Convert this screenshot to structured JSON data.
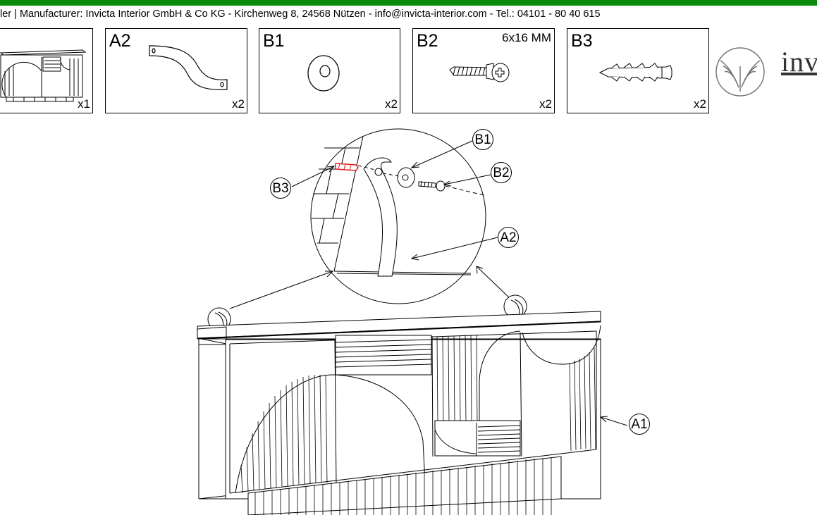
{
  "header": {
    "text": "ler | Manufacturer: Invicta Interior GmbH & Co KG - Kirchenweg 8, 24568 Nützen - info@invicta-interior.com - Tel.: 04101 - 80 40 615"
  },
  "parts": [
    {
      "id": "A1",
      "label": "",
      "qty": "x1",
      "spec": ""
    },
    {
      "id": "A2",
      "label": "A2",
      "qty": "x2",
      "spec": ""
    },
    {
      "id": "B1",
      "label": "B1",
      "qty": "x2",
      "spec": ""
    },
    {
      "id": "B2",
      "label": "B2",
      "qty": "x2",
      "spec": "6x16 MM"
    },
    {
      "id": "B3",
      "label": "B3",
      "qty": "x2",
      "spec": ""
    }
  ],
  "logo": {
    "text": "inv"
  },
  "callouts": {
    "b1": "B1",
    "b2": "B2",
    "b3": "B3",
    "a2": "A2",
    "a1": "A1"
  },
  "colors": {
    "brand_bar": "#0a8a0a",
    "highlight_plug": "#e02020"
  }
}
